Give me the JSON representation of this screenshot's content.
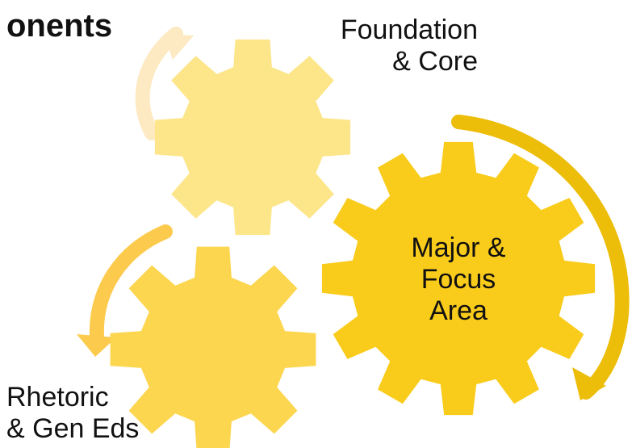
{
  "title": "onents",
  "gears": [
    {
      "name": "foundation",
      "label_lines": [
        "Foundation",
        "& Core"
      ],
      "color": "#fde68a"
    },
    {
      "name": "major",
      "label_lines": [
        "Major &",
        "Focus",
        "Area"
      ],
      "color": "#f9cb1b"
    },
    {
      "name": "rhetoric",
      "label_lines": [
        "Rhetoric",
        "& Gen Eds"
      ],
      "color": "#fcd64f"
    }
  ],
  "arrows": [
    {
      "name": "faint",
      "color": "#fde9c2"
    },
    {
      "name": "major",
      "color": "#ecbd09"
    },
    {
      "name": "rhetoric",
      "color": "#fccb4e"
    }
  ]
}
